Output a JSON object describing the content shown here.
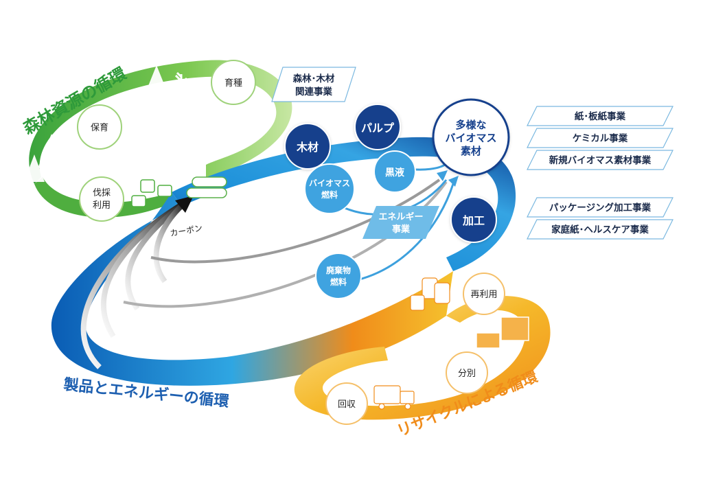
{
  "colors": {
    "forest_green": "#6cc24a",
    "forest_dark": "#2e9a3a",
    "product_blue": "#0a62b8",
    "product_navy": "#0b3d91",
    "product_cyan": "#49b4e8",
    "recycle_orange": "#f08c1a",
    "recycle_yellow": "#f7d23a",
    "node_navy": "#123f8c",
    "node_light": "#3fa3e0",
    "title_green": "#2e9a3a",
    "title_blue": "#1d5fb0",
    "title_orange": "#f08c1a"
  },
  "titles": {
    "forest": "森林資源の循環",
    "products": "製品とエネルギーの循環",
    "recycle": "リサイクルによる循環"
  },
  "forest_nodes": {
    "breeding": "育種",
    "nurture": "保育",
    "logging_l1": "伐採",
    "logging_l2": "利用"
  },
  "main_nodes": {
    "lumber": "木材",
    "pulp": "パルプ",
    "biomass_l1": "多様な",
    "biomass_l2": "バイオマス",
    "biomass_l3": "素材",
    "processing": "加工"
  },
  "energy_nodes": {
    "black_liquor": "黒液",
    "bio_fuel_l1": "バイオマス",
    "bio_fuel_l2": "燃料",
    "waste_fuel_l1": "廃棄物",
    "waste_fuel_l2": "燃料"
  },
  "energy_business_l1": "エネルギー",
  "energy_business_l2": "事業",
  "carbon_label": "カーボン",
  "recycle_nodes": {
    "reuse": "再利用",
    "sort": "分別",
    "collect": "回収"
  },
  "business_boxes": {
    "forest_l1": "森林･木材",
    "forest_l2": "関連事業",
    "right": [
      "紙･板紙事業",
      "ケミカル事業",
      "新規バイオマス素材事業",
      "パッケージング加工事業",
      "家庭紙･ヘルスケア事業"
    ]
  },
  "icons": [
    "tree-icon",
    "sapling-icon",
    "seedling-icon",
    "stump-icon",
    "log-icon",
    "truck-icon",
    "box-icon",
    "paper-roll-icon"
  ]
}
